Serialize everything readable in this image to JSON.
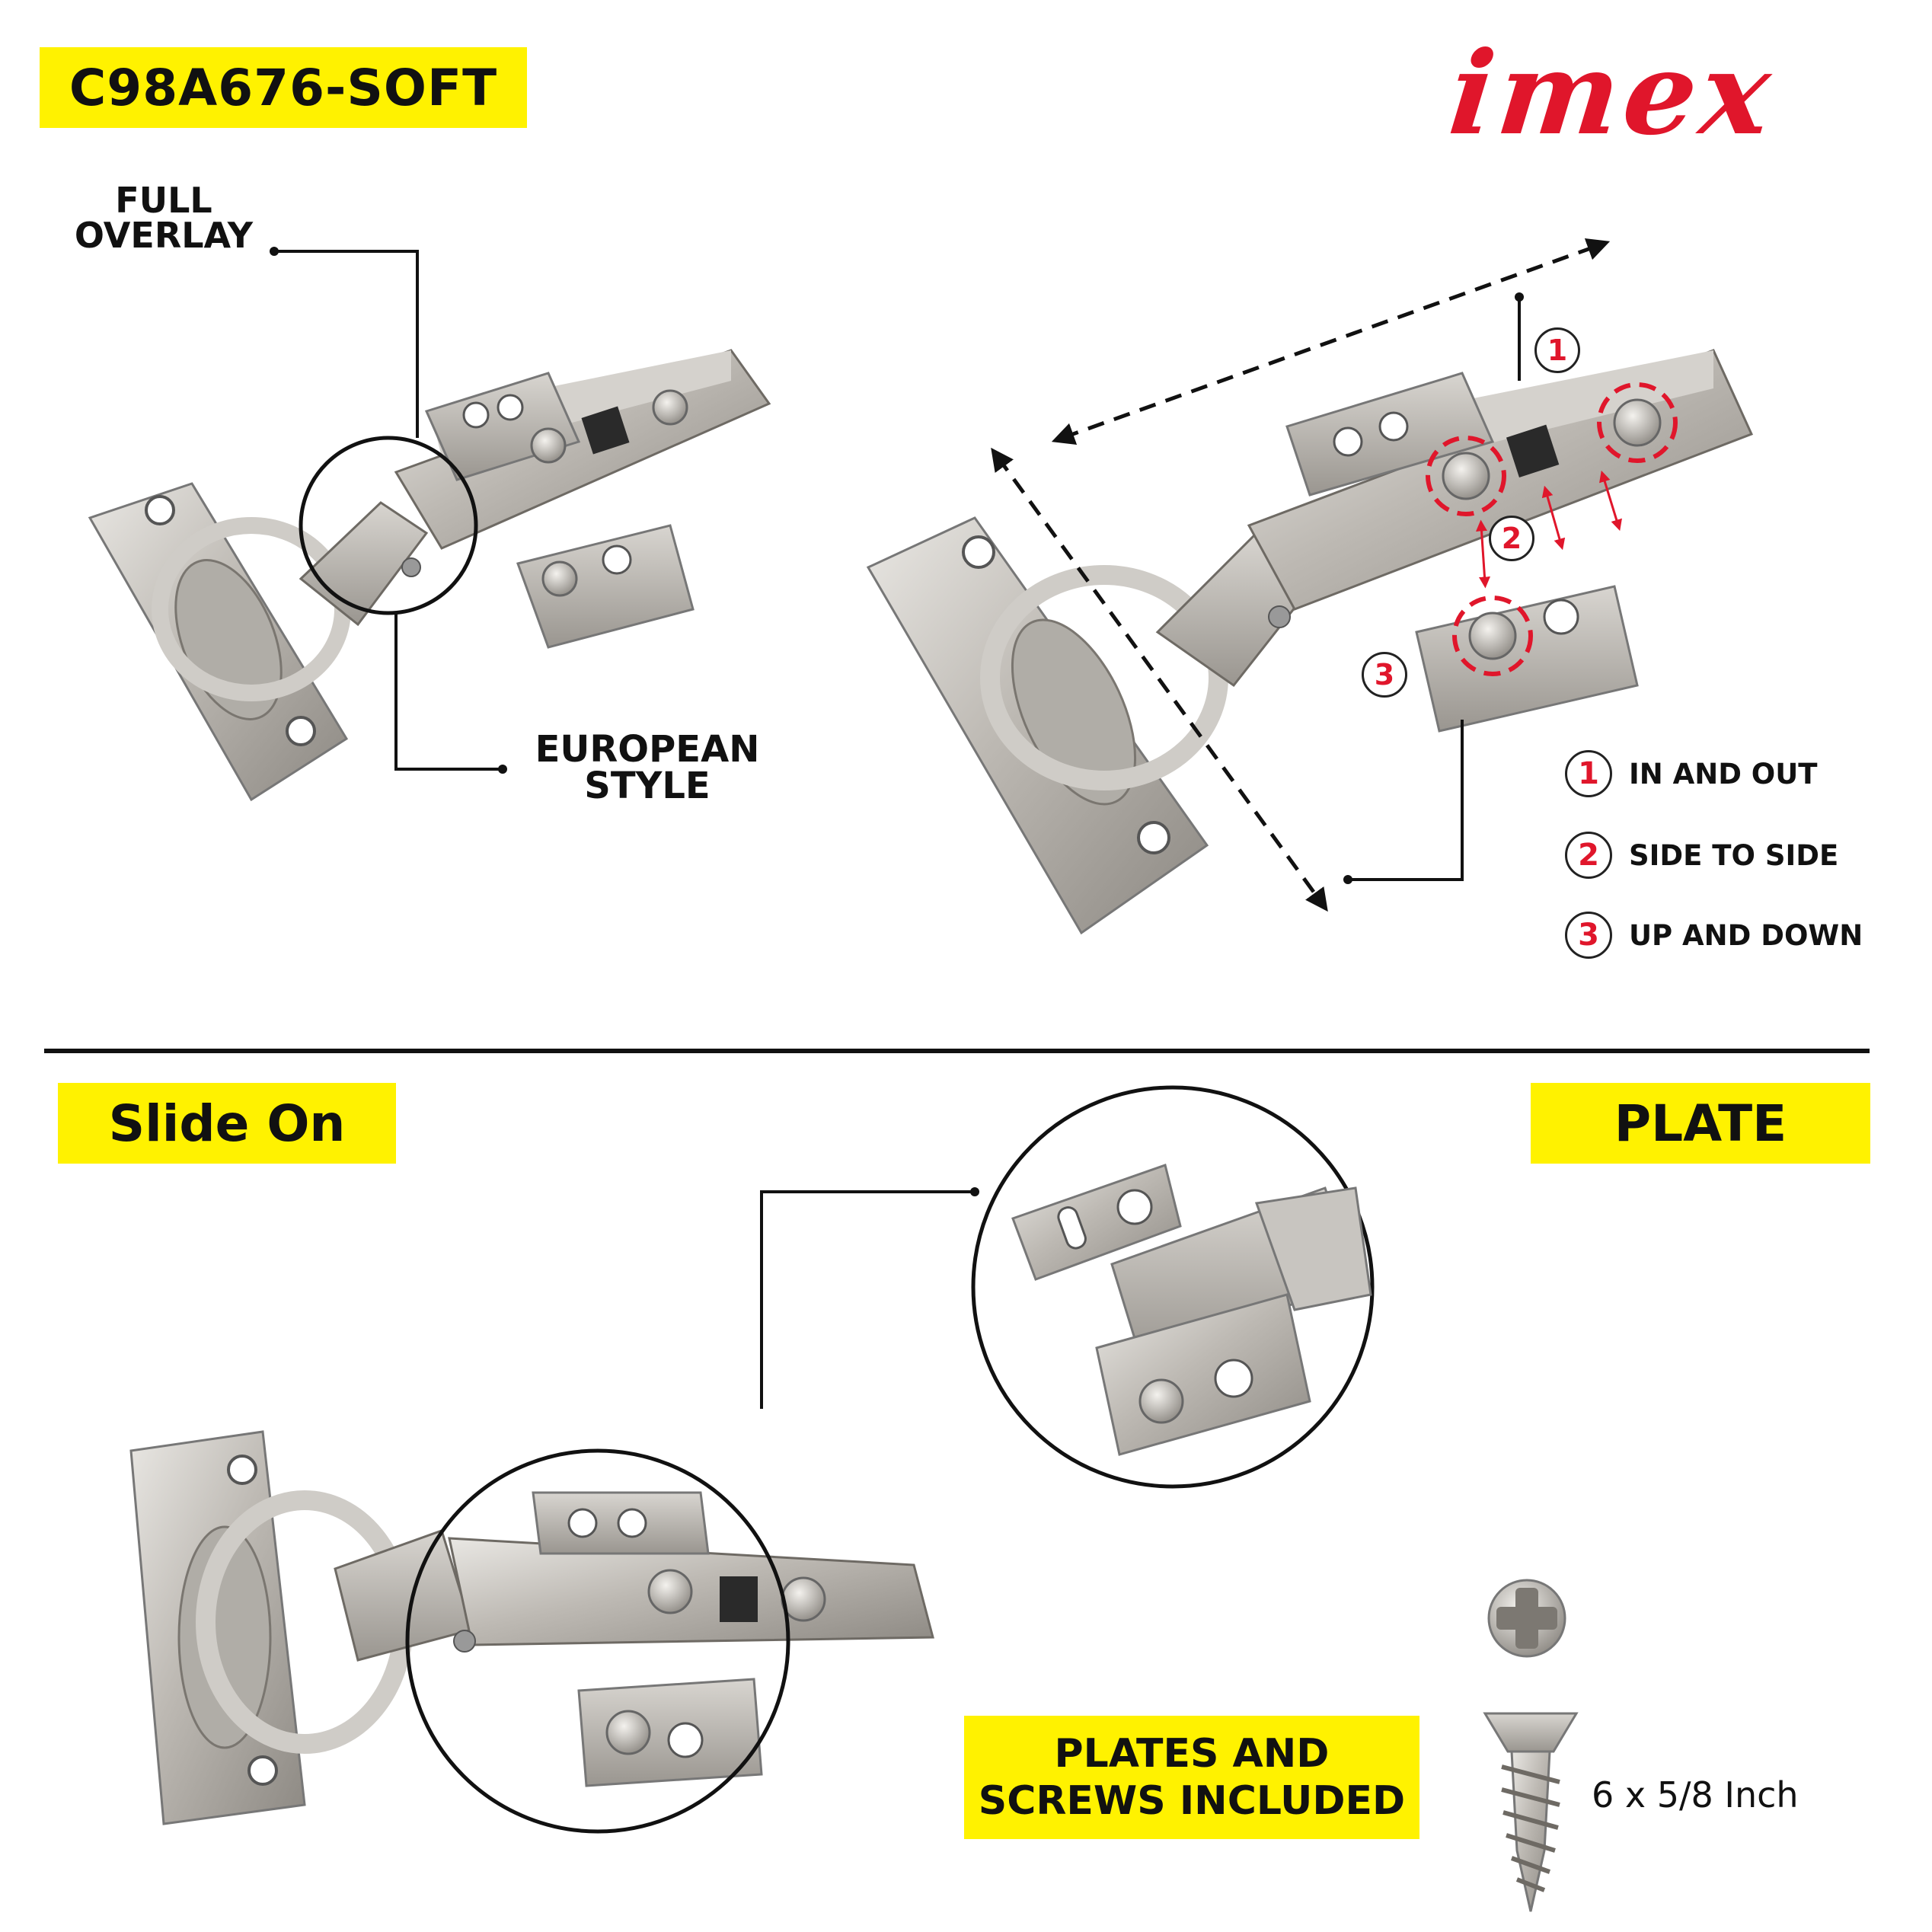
{
  "header": {
    "model_code": "C98A676-SOFT",
    "brand_logo": "imex",
    "colors": {
      "label_bg": "#fff200",
      "brand_red": "#e0162b",
      "line": "#111111"
    }
  },
  "features": {
    "overlay_label": "FULL\nOVERLAY",
    "style_label": "EUROPEAN\nSTYLE"
  },
  "adjustment": {
    "markers": [
      "1",
      "2",
      "3"
    ],
    "legend": [
      {
        "num": "1",
        "text": "IN AND OUT"
      },
      {
        "num": "2",
        "text": "SIDE TO SIDE"
      },
      {
        "num": "3",
        "text": "UP AND DOWN"
      }
    ]
  },
  "bottom": {
    "mount_label": "Slide On",
    "plate_label": "PLATE",
    "included_label": "PLATES AND\nSCREWS INCLUDED",
    "screw_size": "6 x 5/8 Inch"
  }
}
